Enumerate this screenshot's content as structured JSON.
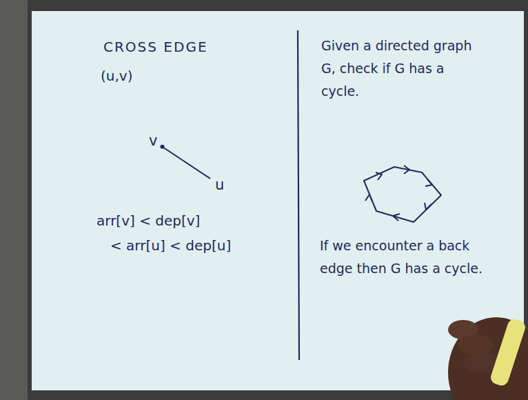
{
  "diagram": {
    "nodes": [
      {
        "text": [
          "v"
        ]
      },
      {
        "text": [
          "u"
        ]
      }
    ],
    "edges": [
      {
        "from": 0,
        "to": 1,
        "arrow": "none"
      }
    ],
    "labels": [
      "CROSS EDGE",
      "(u,v)",
      "arr[v] < dep[v]",
      "< arr[u] < dep[u]",
      "Given a directed graph G, check if G has a cycle.",
      "If we encounter a back edge then G has a cycle."
    ]
  }
}
